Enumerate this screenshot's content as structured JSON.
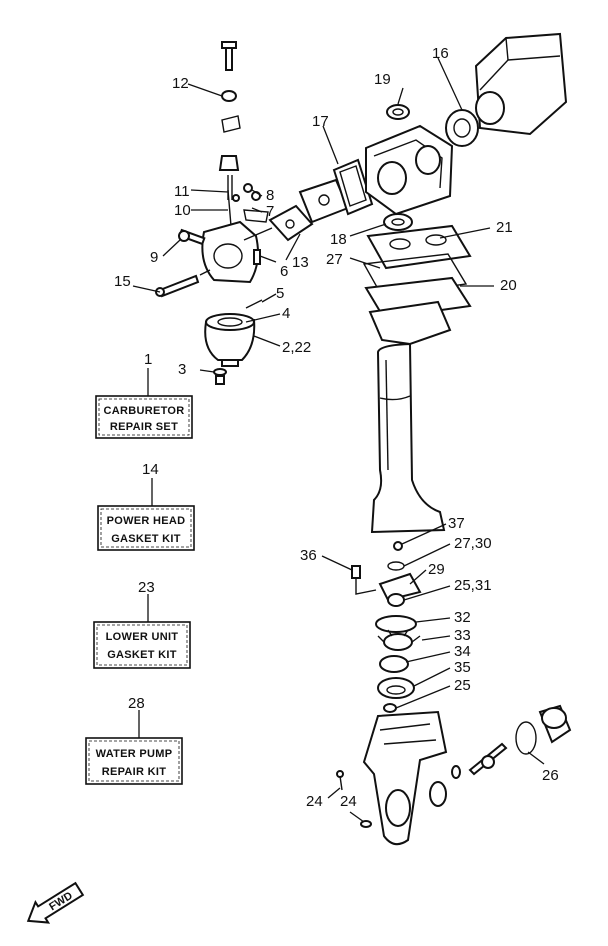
{
  "callouts": {
    "c1": "1",
    "c2_22": "2,22",
    "c3": "3",
    "c4": "4",
    "c5": "5",
    "c6": "6",
    "c7": "7",
    "c8": "8",
    "c9": "9",
    "c10": "10",
    "c11": "11",
    "c12": "12",
    "c13": "13",
    "c14": "14",
    "c15": "15",
    "c16": "16",
    "c17": "17",
    "c18": "18",
    "c19": "19",
    "c20": "20",
    "c21": "21",
    "c23": "23",
    "c24a": "24",
    "c24b": "24",
    "c25a": "25",
    "c25_31": "25,31",
    "c26": "26",
    "c27": "27",
    "c27_30": "27,30",
    "c28": "28",
    "c29": "29",
    "c32": "32",
    "c33": "33",
    "c34": "34",
    "c35": "35",
    "c36": "36",
    "c37": "37"
  },
  "kits": {
    "carburetor": {
      "line1": "CARBURETOR",
      "line2": "REPAIR SET"
    },
    "power_head": {
      "line1": "POWER HEAD",
      "line2": "GASKET KIT"
    },
    "lower_unit": {
      "line1": "LOWER UNIT",
      "line2": "GASKET KIT"
    },
    "water_pump": {
      "line1": "WATER PUMP",
      "line2": "REPAIR KIT"
    }
  },
  "fwd_label": "FWD"
}
